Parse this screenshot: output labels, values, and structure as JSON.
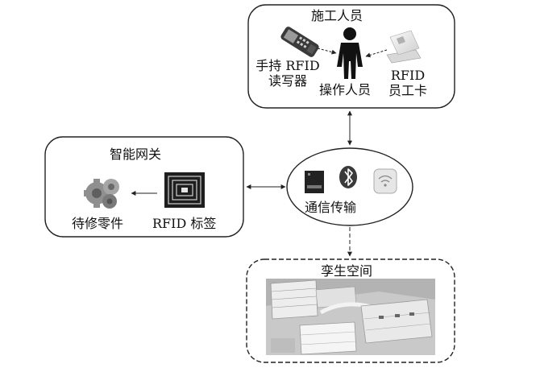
{
  "construction_box": {
    "title": "施工人员",
    "handheld_reader_line1": "手持 RFID",
    "handheld_reader_line2": "读写器",
    "operator": "操作人员",
    "badge_line1": "RFID",
    "badge_line2": "员工卡"
  },
  "gateway_box": {
    "title": "智能网关",
    "part": "待修零件",
    "tag": "RFID 标签"
  },
  "comm_ellipse": {
    "title": "通信传输",
    "icons": [
      "wireless-module-icon",
      "bluetooth-icon",
      "wifi-router-icon"
    ]
  },
  "twin_box": {
    "title": "孪生空间"
  },
  "colors": {
    "stroke": "#222222",
    "icon_dark": "#2a2a2a",
    "icon_gray": "#8a8a8a",
    "building_bg": "#c9c9c9"
  }
}
